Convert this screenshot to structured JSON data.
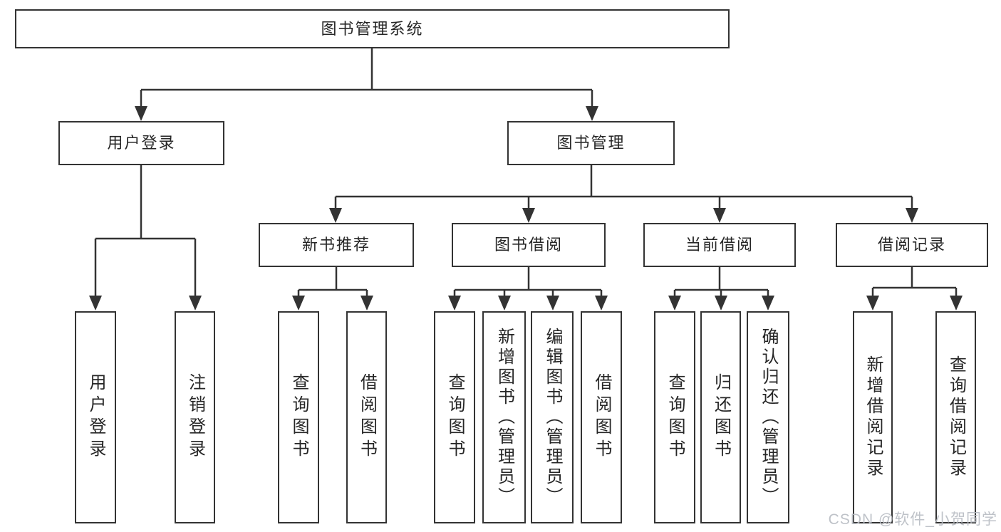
{
  "diagram": {
    "title": "图书管理系统",
    "type": "hierarchy-tree",
    "colors": {
      "line": "#333333",
      "box_border": "#333333",
      "box_fill": "#ffffff",
      "text": "#262626",
      "watermark": "#b9bdc4",
      "background": "#ffffff"
    },
    "watermark": "CSDN @软件_小贺同学",
    "tree": {
      "root": "图书管理系统",
      "branches": [
        {
          "label": "用户登录",
          "children": [
            "用户登录",
            "注销登录"
          ]
        },
        {
          "label": "图书管理",
          "groups": [
            {
              "label": "新书推荐",
              "children": [
                "查询图书",
                "借阅图书"
              ]
            },
            {
              "label": "图书借阅",
              "children": [
                "查询图书",
                "新增图书（管理员）",
                "编辑图书（管理员）",
                "借阅图书"
              ]
            },
            {
              "label": "当前借阅",
              "children": [
                "查询图书",
                "归还图书",
                "确认归还（管理员）"
              ]
            },
            {
              "label": "借阅记录",
              "children": [
                "新增借阅记录",
                "查询借阅记录"
              ]
            }
          ]
        }
      ]
    }
  }
}
